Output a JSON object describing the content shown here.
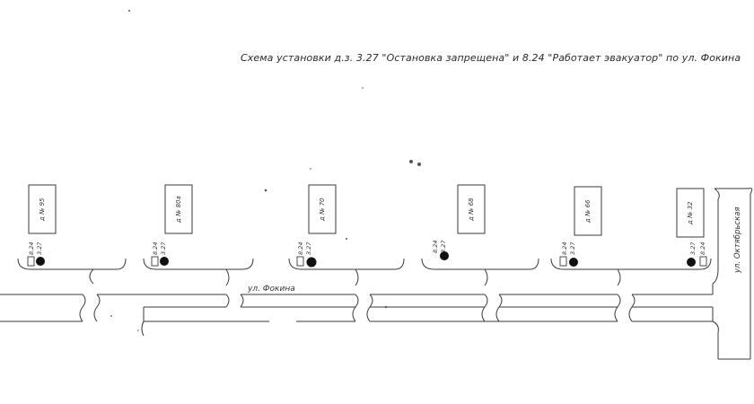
{
  "title": "Схема установки д.з. 3.27 \"Остановка запрещена\" и 8.24 \"Работает эвакуатор\" по ул. Фокина",
  "street_main": "ул. Фокина",
  "street_cross": "ул. Октябрьская",
  "buildings": [
    {
      "label": "д № 95",
      "sign_code": "3.27",
      "plate_code": "8.24"
    },
    {
      "label": "д № 80а",
      "sign_code": "3.27",
      "plate_code": "8.24"
    },
    {
      "label": "д № 70",
      "sign_code": "3.27",
      "plate_code": "8.24"
    },
    {
      "label": "д № 68",
      "sign_code": "3.27",
      "plate_code": "8.24"
    },
    {
      "label": "д № 66",
      "sign_code": "3.27",
      "plate_code": "8.24"
    },
    {
      "label": "д № 32",
      "sign_code": "3.27",
      "plate_code": "8.24"
    }
  ]
}
